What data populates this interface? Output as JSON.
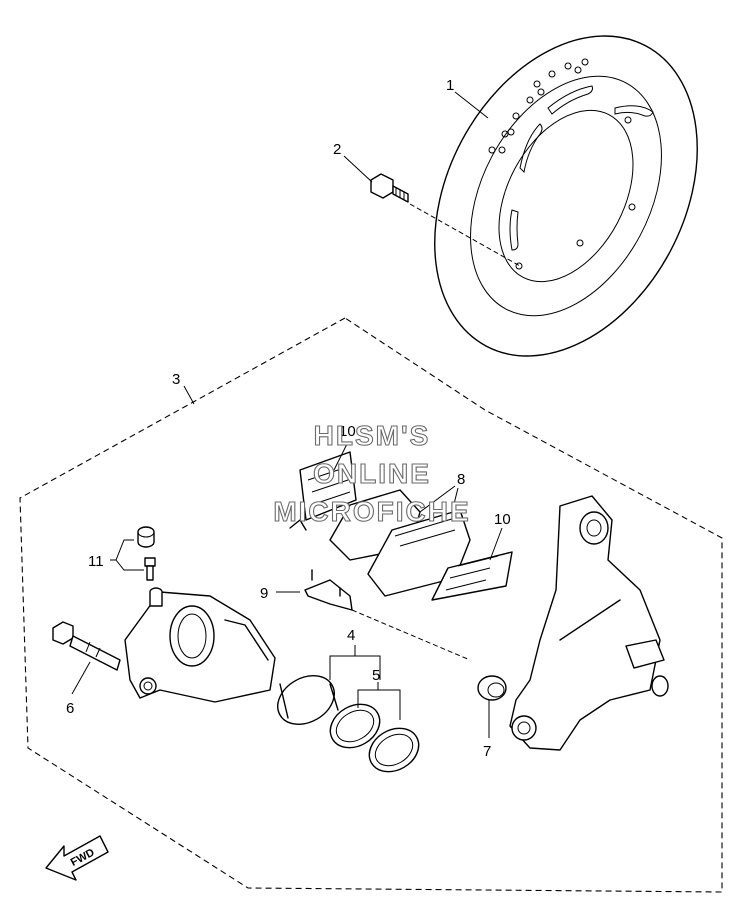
{
  "callouts": {
    "c1": "1",
    "c2": "2",
    "c3": "3",
    "c4": "4",
    "c5": "5",
    "c6": "6",
    "c7": "7",
    "c8": "8",
    "c9": "9",
    "c10a": "10",
    "c10b": "10",
    "c11": "11"
  },
  "watermark": {
    "line1": "HLSM'S",
    "line2": "ONLINE",
    "line3": "MICROFICHE"
  },
  "fwd_label": "FWD"
}
